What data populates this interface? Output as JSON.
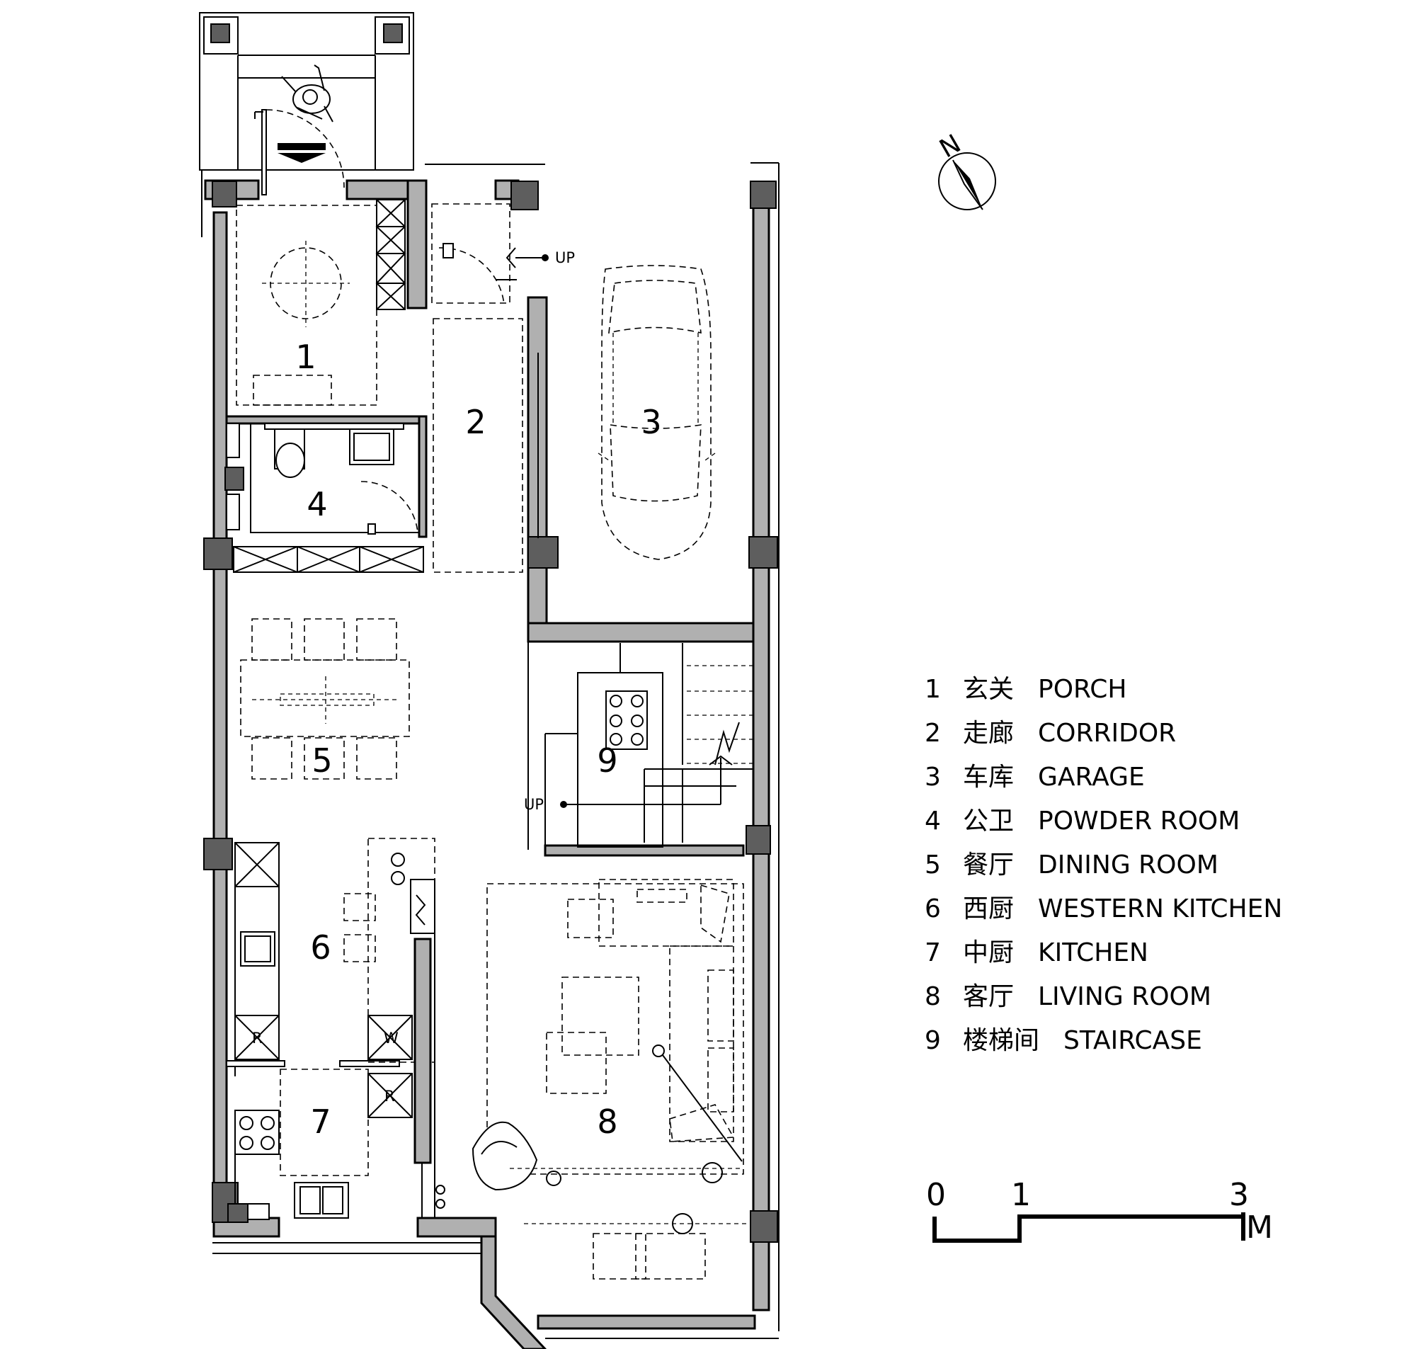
{
  "rooms": [
    {
      "num": "1"
    },
    {
      "num": "2"
    },
    {
      "num": "3"
    },
    {
      "num": "4"
    },
    {
      "num": "5"
    },
    {
      "num": "6"
    },
    {
      "num": "7"
    },
    {
      "num": "8"
    },
    {
      "num": "9"
    }
  ],
  "legend": [
    {
      "num": "1",
      "zh": "玄关",
      "en": "PORCH"
    },
    {
      "num": "2",
      "zh": "走廊",
      "en": "CORRIDOR"
    },
    {
      "num": "3",
      "zh": "车库",
      "en": "GARAGE"
    },
    {
      "num": "4",
      "zh": "公卫",
      "en": "POWDER ROOM"
    },
    {
      "num": "5",
      "zh": "餐厅",
      "en": "DINING ROOM"
    },
    {
      "num": "6",
      "zh": "西厨",
      "en": "WESTERN KITCHEN"
    },
    {
      "num": "7",
      "zh": "中厨",
      "en": "KITCHEN"
    },
    {
      "num": "8",
      "zh": "客厅",
      "en": "LIVING ROOM"
    },
    {
      "num": "9",
      "zh": "楼梯间",
      "en": "STAIRCASE"
    }
  ],
  "stair_labels": {
    "up_top": "UP",
    "up_stair": "UP"
  },
  "appliance_labels": {
    "r1": "R",
    "w": "W",
    "r2": "R"
  },
  "compass": {
    "label": "N"
  },
  "scale_bar": {
    "zero": "0",
    "one": "1",
    "three": "3",
    "unit": "M"
  },
  "colors": {
    "wall_fill": "#b0b0b0",
    "column_fill": "#5e5e5e",
    "line": "#000000"
  }
}
